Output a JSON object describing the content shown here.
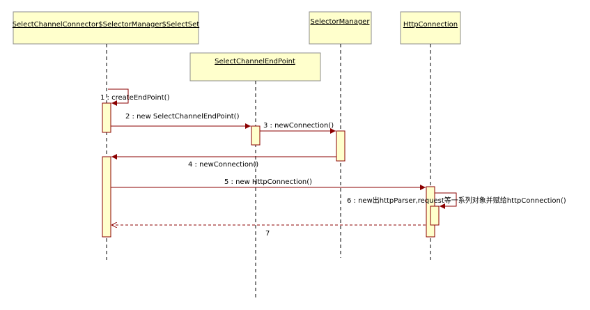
{
  "colors": {
    "box_fill": "#ffffcc",
    "box_stroke": "#8c8c8c",
    "lifeline": "#000000",
    "message": "#8b0000",
    "return_message": "#8b0000",
    "text": "#000000"
  },
  "lifelines": [
    {
      "id": "selectset",
      "label": "SelectChannelConnector$SelectorManager$SelectSet"
    },
    {
      "id": "endpoint",
      "label": "SelectChannelEndPoint"
    },
    {
      "id": "selectormanager",
      "label": "SelectorManager"
    },
    {
      "id": "httpconnection",
      "label": "HttpConnection"
    }
  ],
  "messages": [
    {
      "num": "1",
      "label": "1 : createEndPoint()",
      "from": "selectset",
      "to": "selectset",
      "kind": "self"
    },
    {
      "num": "2",
      "label": "2 : new SelectChannelEndPoint()",
      "from": "selectset",
      "to": "endpoint",
      "kind": "call"
    },
    {
      "num": "3",
      "label": "3 : newConnection()",
      "from": "endpoint",
      "to": "selectormanager",
      "kind": "call"
    },
    {
      "num": "4",
      "label": "4 : newConnection()",
      "from": "selectormanager",
      "to": "selectset",
      "kind": "call"
    },
    {
      "num": "5",
      "label": "5 : new HttpConnection()",
      "from": "selectset",
      "to": "httpconnection",
      "kind": "call"
    },
    {
      "num": "6",
      "label": "6 : new出httpParser,request等一系列对象并赋给httpConnection()",
      "from": "httpconnection",
      "to": "httpconnection",
      "kind": "self"
    },
    {
      "num": "7",
      "label": "7",
      "from": "httpconnection",
      "to": "selectset",
      "kind": "return"
    }
  ]
}
